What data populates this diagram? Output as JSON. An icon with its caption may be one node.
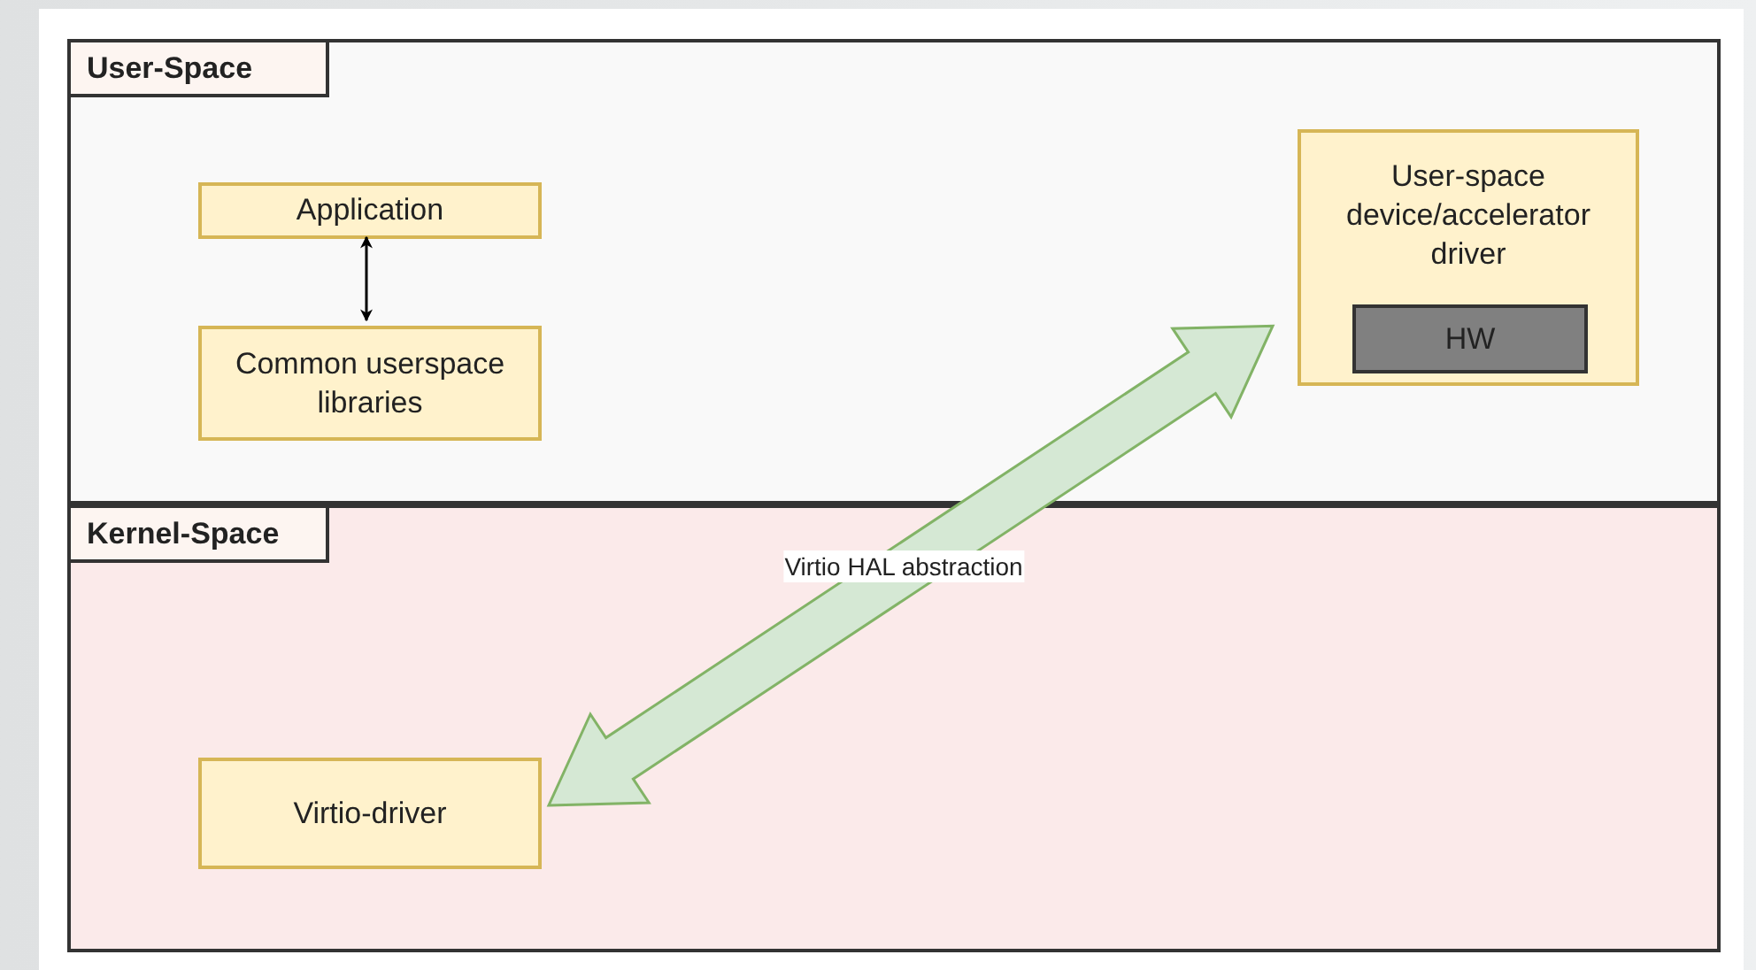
{
  "diagram": {
    "nodes": [
      {
        "text": [
          "User-Space"
        ]
      },
      {
        "text": [
          "Application"
        ],
        "in": 0
      },
      {
        "text": [
          "Common userspace libraries"
        ],
        "in": 0
      },
      {
        "text": [
          "User-space device/accelerator driver"
        ],
        "in": 0
      },
      {
        "text": [
          "HW"
        ],
        "in": 3
      },
      {
        "text": [
          "Kernel-Space"
        ]
      },
      {
        "text": [
          "Virtio-driver"
        ],
        "in": 5
      }
    ],
    "edges": [
      {
        "from": 1,
        "to": 2,
        "arrow": "both"
      },
      {
        "from": 6,
        "to": 3,
        "arrow": "both",
        "label": "Virtio HAL abstraction",
        "style": "thick",
        "color": "#d5e8d4"
      }
    ]
  }
}
